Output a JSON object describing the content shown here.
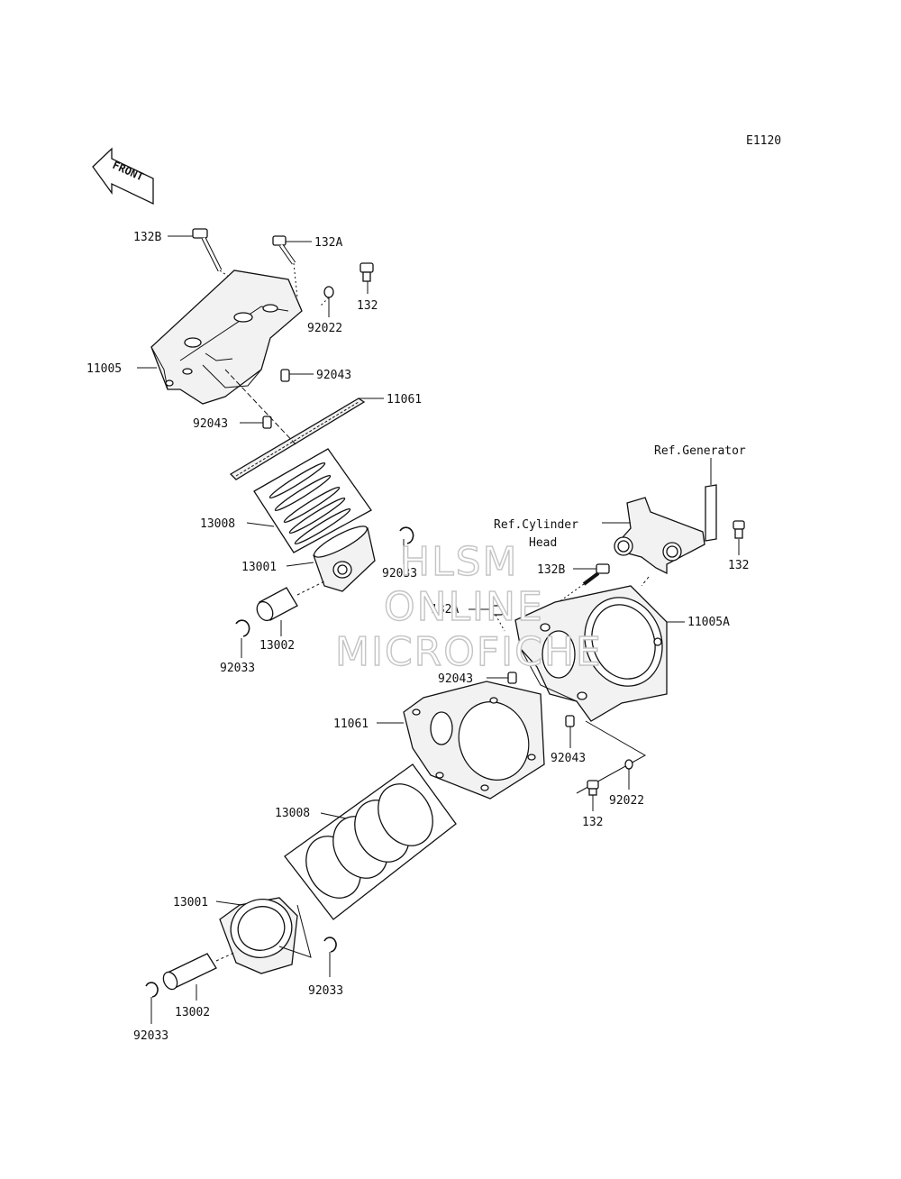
{
  "diagram_code": "E1120",
  "front_label": "FRONT",
  "labels": {
    "top_132B": "132B",
    "top_132A": "132A",
    "top_132": "132",
    "top_92022": "92022",
    "top_11005": "11005",
    "top_92043_a": "92043",
    "top_92043_b": "92043",
    "top_11061": "11061",
    "top_13008": "13008",
    "top_13001": "13001",
    "top_92033_a": "92033",
    "top_13002": "13002",
    "top_92033_b": "92033",
    "ref_generator": "Ref.Generator",
    "ref_cyl_line1": "Ref.Cylinder",
    "ref_cyl_line2": "Head",
    "right_132_a": "132",
    "bot_132B": "132B",
    "bot_132A": "132A",
    "bot_11005A": "11005A",
    "bot_92043_a": "92043",
    "bot_11061": "11061",
    "bot_92043_b": "92043",
    "bot_92022": "92022",
    "bot_132": "132",
    "bot_13008": "13008",
    "bot_13001": "13001",
    "bot_92033_a": "92033",
    "bot_13002": "13002",
    "bot_92033_b": "92033"
  },
  "watermark": {
    "line1": "HLSM",
    "line2": "ONLINE",
    "line3": "MICROFICHE"
  }
}
